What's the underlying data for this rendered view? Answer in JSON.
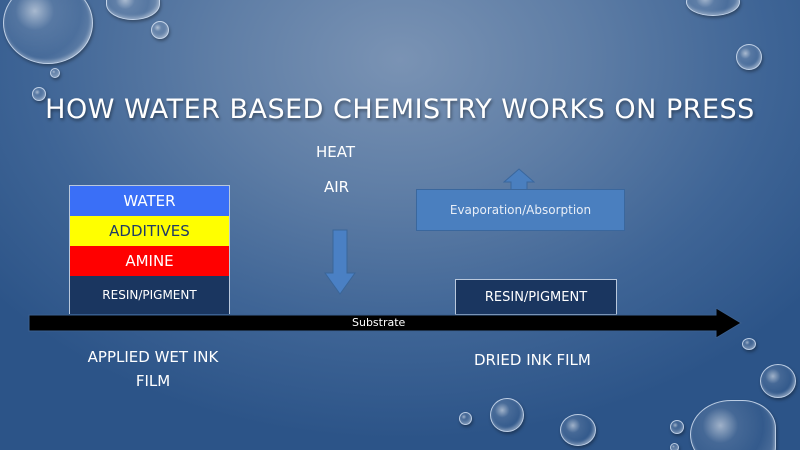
{
  "slide": {
    "title": "HOW WATER BASED CHEMISTRY WORKS ON PRESS",
    "wet_ink_stack": {
      "layers": [
        {
          "label": "WATER",
          "color": "#3a6ff7"
        },
        {
          "label": "ADDITIVES",
          "color": "#ffff00"
        },
        {
          "label": "AMINE",
          "color": "#ff0000"
        },
        {
          "label": "RESIN/PIGMENT",
          "color": "#1a3660"
        }
      ],
      "caption": "APPLIED WET INK FILM",
      "caption_line1": "APPLIED WET INK",
      "caption_line2": "FILM"
    },
    "process": {
      "heat_label": "HEAT",
      "air_label": "AIR",
      "down_arrow_icon": "arrow-down-icon"
    },
    "evaporation": {
      "label": "Evaporation/Absorption",
      "up_arrow_icon": "arrow-up-icon",
      "color": "#4a7fbf"
    },
    "dried_ink": {
      "layer_label": "RESIN/PIGMENT",
      "caption": "DRIED INK FILM"
    },
    "substrate": {
      "label": "Substrate",
      "color": "#000000"
    },
    "colors": {
      "background_center": "#7a93b4",
      "background_edge": "#2c5488",
      "text": "#ffffff"
    }
  }
}
